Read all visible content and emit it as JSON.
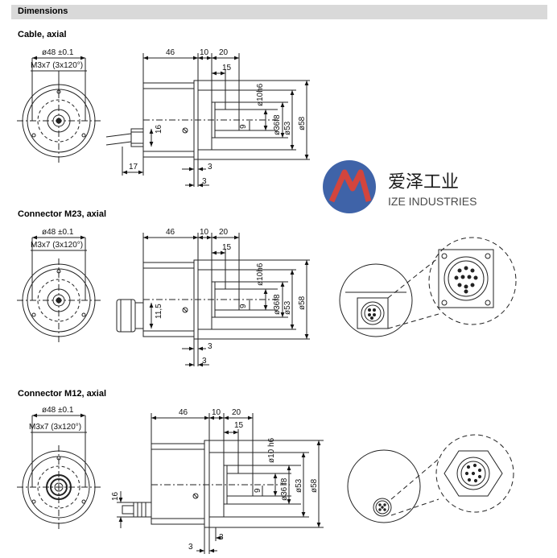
{
  "header": {
    "title": "Dimensions"
  },
  "sections": [
    {
      "title": "Cable, axial",
      "labels": {
        "d48": "ø48 ±0.1",
        "m3": "M3x7 (3x120°)",
        "l46": "46",
        "l10": "10",
        "l20": "20",
        "l15": "15",
        "d10": "ø10h6",
        "l9": "9",
        "d36": "ø36f8",
        "d53": "ø53",
        "d58": "ø58",
        "l16": "16",
        "l17": "17",
        "l3a": "3",
        "l3b": "3"
      }
    },
    {
      "title": "Connector M23, axial",
      "labels": {
        "d48": "ø48 ±0.1",
        "m3": "M3x7 (3x120°)",
        "l46": "46",
        "l10": "10",
        "l20": "20",
        "l15": "15",
        "d10": "ø10h6",
        "l9": "9",
        "d36": "ø36f8",
        "d53": "ø53",
        "d58": "ø58",
        "l115": "11,5",
        "l3a": "3",
        "l3b": "3"
      }
    },
    {
      "title": "Connector M12, axial",
      "labels": {
        "d48": "ø48 ±0.1",
        "m3": "M3x7 (3x120°)",
        "l46": "46",
        "l10": "10",
        "l20": "20",
        "l15": "15",
        "d10": "ø10 h6",
        "l9": "9",
        "d36": "ø36 f8",
        "d53": "ø53",
        "d58": "ø58",
        "l16": "16",
        "l3a": "3",
        "l3b": "3"
      }
    }
  ],
  "logo": {
    "cn": "爱泽工业",
    "en": "IZE INDUSTRIES",
    "color_blue": "#3f63a8",
    "color_red": "#d2453d"
  }
}
